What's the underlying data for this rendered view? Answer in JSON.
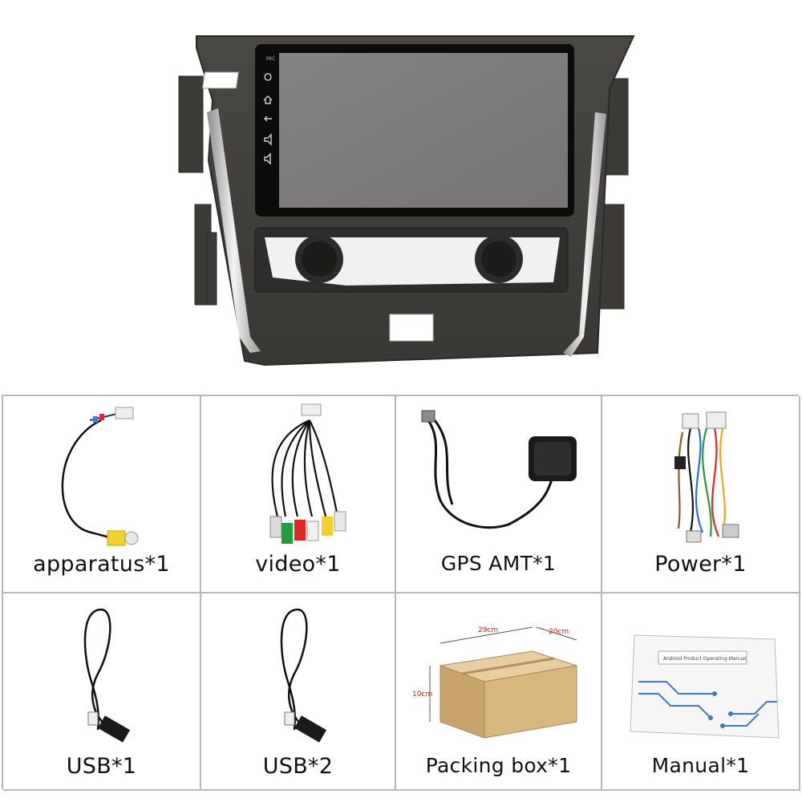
{
  "product": {
    "hero_name": "car-stereo-head-unit-with-dash-frame",
    "side_buttons": [
      "power-icon",
      "home-icon",
      "back-icon",
      "volume-up-icon",
      "volume-down-icon"
    ],
    "side_text": "MIC",
    "colors": {
      "frame": "#3f3d3a",
      "frame_edge": "#2b2a28",
      "screen": "#7f7d7b",
      "bezel": "#0c0c0c",
      "trim": "#cfcfcf"
    }
  },
  "accessories": [
    {
      "id": "apparatus",
      "label": "apparatus*1",
      "icon": "camera-cable-icon"
    },
    {
      "id": "video",
      "label": "video*1",
      "icon": "rca-video-harness-icon"
    },
    {
      "id": "gps",
      "label": "GPS AMT*1",
      "icon": "gps-antenna-icon"
    },
    {
      "id": "power",
      "label": "Power*1",
      "icon": "power-harness-icon"
    },
    {
      "id": "usb1",
      "label": "USB*1",
      "icon": "usb-cable-icon"
    },
    {
      "id": "usb2",
      "label": "USB*2",
      "icon": "usb-cable-icon"
    },
    {
      "id": "box",
      "label": "Packing box*1",
      "icon": "cardboard-box-icon",
      "dims": {
        "length": "29cm",
        "width": "20cm",
        "height": "10cm"
      }
    },
    {
      "id": "manual",
      "label": "Manual*1",
      "icon": "manual-booklet-icon",
      "cover_title": "Android Product Operating Manual"
    }
  ]
}
